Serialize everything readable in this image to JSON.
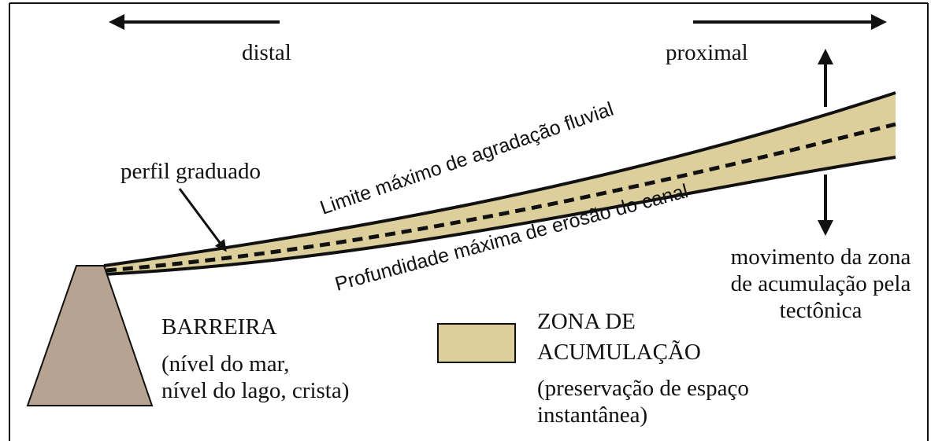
{
  "colors": {
    "zone_fill": "#DDCF9B",
    "barrier_fill": "#B6A391",
    "line": "#111111"
  },
  "directions": {
    "distal": "distal",
    "proximal": "proximal"
  },
  "graded_profile_label": "perfil graduado",
  "upper_limit_label": "Limite máximo de agradação fluvial",
  "lower_limit_label": "Profundidade máxima de erosão do canal",
  "tectonic_movement": {
    "line1": "movimento da zona",
    "line2": "de acumulação pela",
    "line3": "tectônica"
  },
  "barrier": {
    "title": "BARREIRA",
    "line1": "(nível do mar,",
    "line2": "nível do lago, crista)"
  },
  "legend": {
    "title_line1": "ZONA DE",
    "title_line2": "ACUMULAÇÃO",
    "desc_line1": "(preservação de espaço",
    "desc_line2": "instantânea)"
  }
}
